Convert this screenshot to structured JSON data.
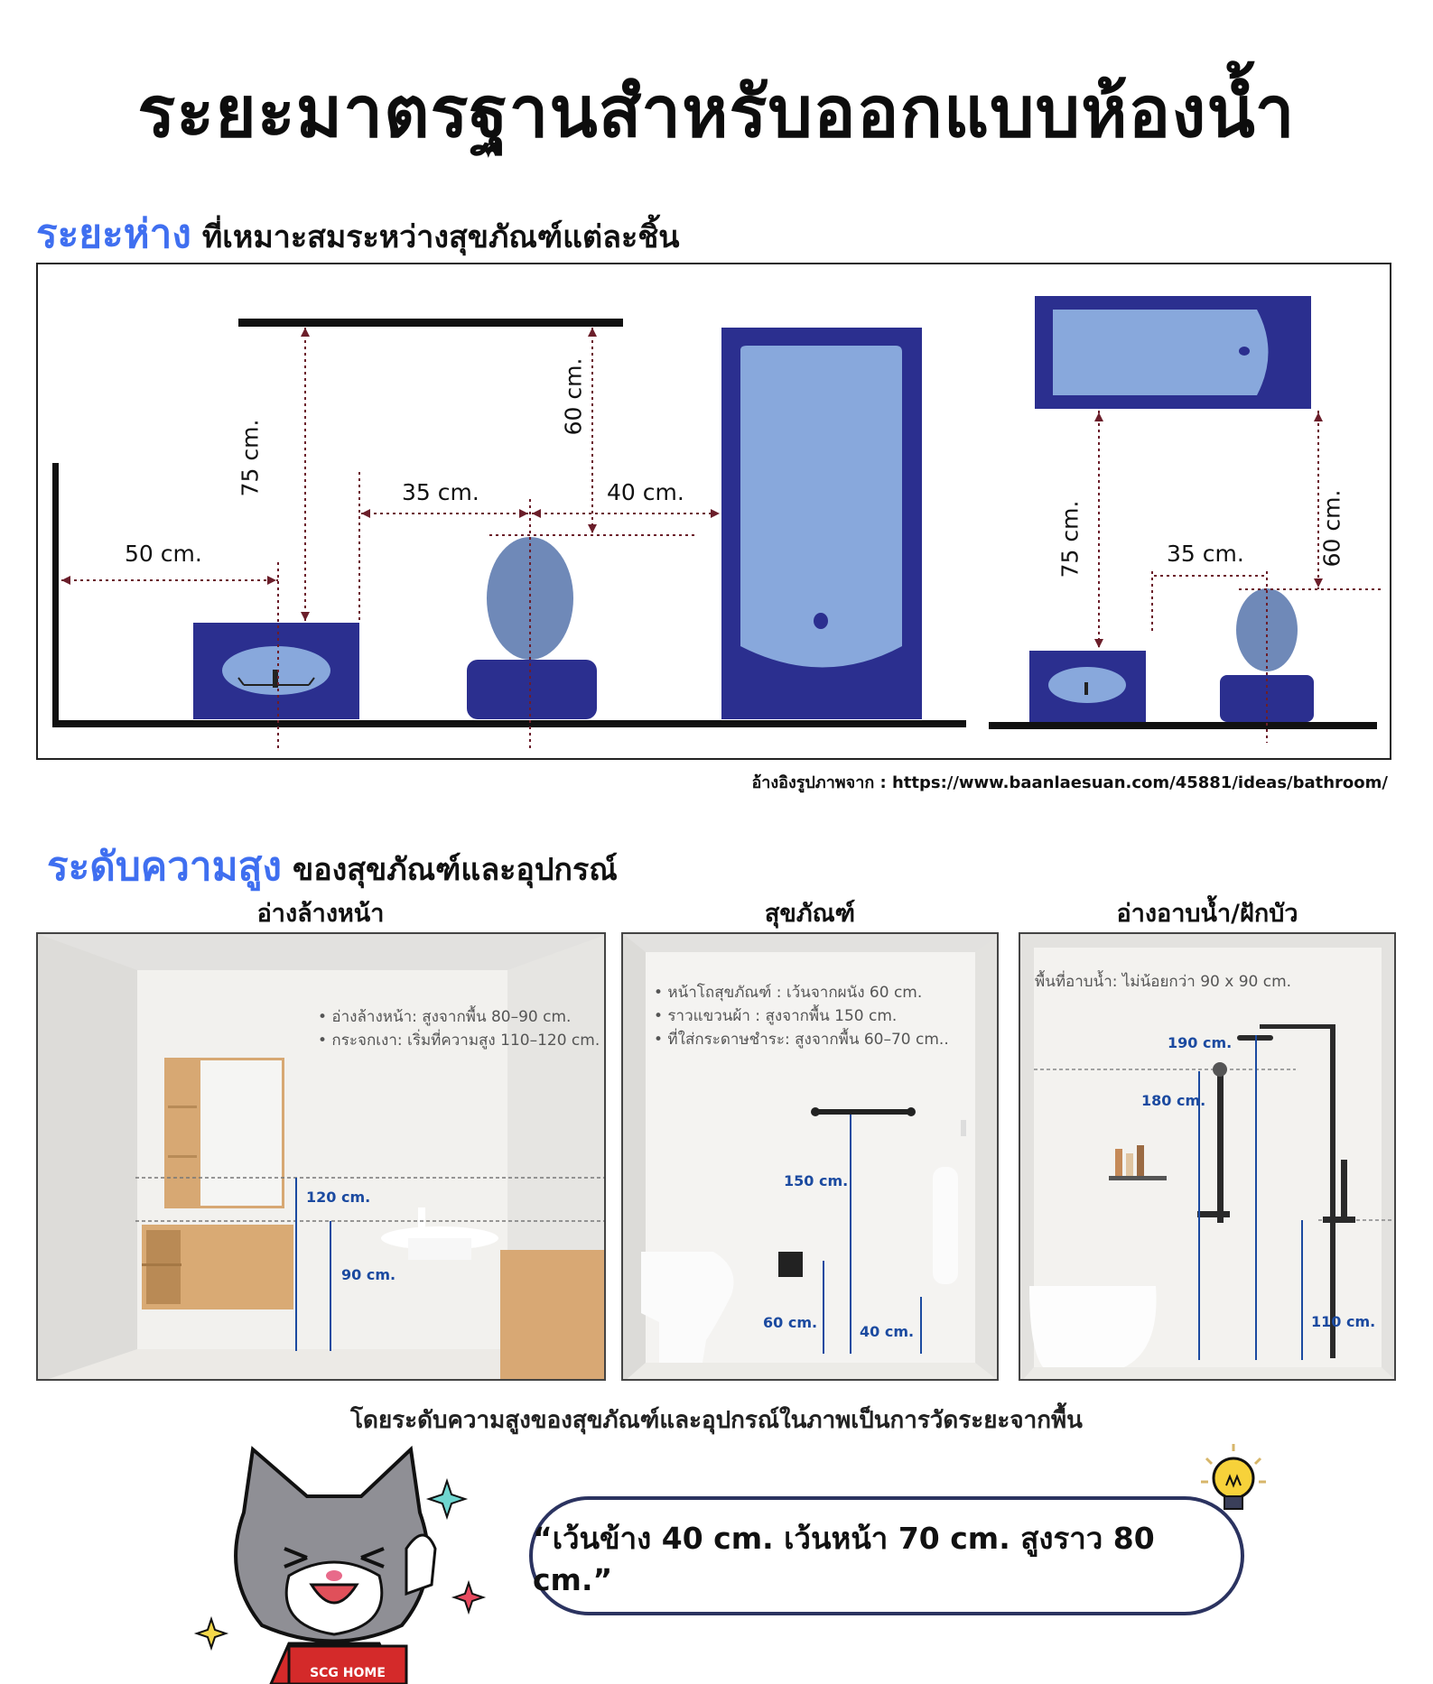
{
  "title": "ระยะมาตรฐานสำหรับออกแบบห้องน้ำ",
  "spacing_section": {
    "accent": "ระยะห่าง",
    "rest": "ที่เหมาะสมระหว่างสุขภัณฑ์แต่ละชิ้น",
    "dims": {
      "d50": "50 cm.",
      "d75": "75 cm.",
      "d35": "35 cm.",
      "d60": "60 cm.",
      "d40": "40 cm.",
      "r75": "75 cm.",
      "r35": "35 cm.",
      "r60": "60 cm."
    },
    "source": "อ้างอิงรูปภาพจาก : https://www.baanlaesuan.com/45881/ideas/bathroom/"
  },
  "height_section": {
    "accent": "ระดับความสูง",
    "rest": "ของสุขภัณฑ์และอุปกรณ์",
    "columns": [
      {
        "label": "อ่างล้างหน้า",
        "notes": [
          "• อ่างล้างหน้า: สูงจากพื้น 80–90 cm.",
          "• กระจกเงา: เริ่มที่ความสูง 110–120 cm."
        ],
        "marks": [
          "120 cm.",
          "90 cm."
        ]
      },
      {
        "label": "สุขภัณฑ์",
        "notes": [
          "•  หน้าโถสุขภัณฑ์ : เว้นจากผนัง 60 cm.",
          "•  ราวแขวนผ้า : สูงจากพื้น 150 cm.",
          "•  ที่ใส่กระดาษชำระ: สูงจากพื้น 60–70 cm.."
        ],
        "marks": [
          "150 cm.",
          "60 cm.",
          "40 cm."
        ]
      },
      {
        "label": "อ่างอาบน้ำ/ฝักบัว",
        "notes": [
          "พื้นที่อาบน้ำ: ไม่น้อยกว่า 90 x 90 cm."
        ],
        "marks": [
          "190 cm.",
          "180 cm.",
          "110 cm."
        ]
      }
    ]
  },
  "footnote": "โดยระดับความสูงของสุขภัณฑ์และอุปกรณ์ในภาพเป็นการวัดระยะจากพื้น",
  "quote": "“เว้นข้าง 40 cm. เว้นหน้า 70 cm. สูงราว 80 cm.”",
  "mascot_logo": "SCG HOME",
  "colors": {
    "navy": "#2b2f8f",
    "light_blue": "#88a8dc",
    "accent": "#3f6ff0",
    "dim_line": "#6b1e2a",
    "mark_blue": "#1b4aa0"
  }
}
